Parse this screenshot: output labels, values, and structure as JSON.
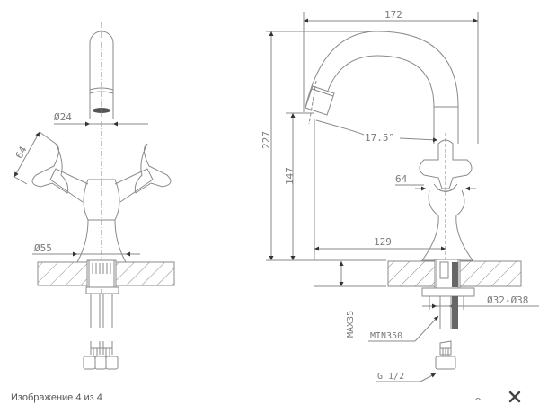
{
  "viewer": {
    "caption": "Изображение 4 из 4",
    "close_icon": "close-icon",
    "current_index": 4,
    "total": 4
  },
  "drawing": {
    "front_view": {
      "dim_spout_diameter": "Ø24",
      "dim_handle": "64",
      "dim_base_diameter": "Ø55"
    },
    "side_view": {
      "dim_reach": "172",
      "dim_height_total": "227",
      "dim_spout_height": "147",
      "dim_angle": "17.5°",
      "dim_handle": "64",
      "dim_spout_offset": "129",
      "dim_hole": "Ø32-Ø38",
      "dim_max_thickness": "MAX35",
      "dim_hose_length": "MIN350",
      "dim_thread": "G 1/2"
    },
    "line_color": "#8a8a8a",
    "text_color": "#7a7a7a"
  }
}
